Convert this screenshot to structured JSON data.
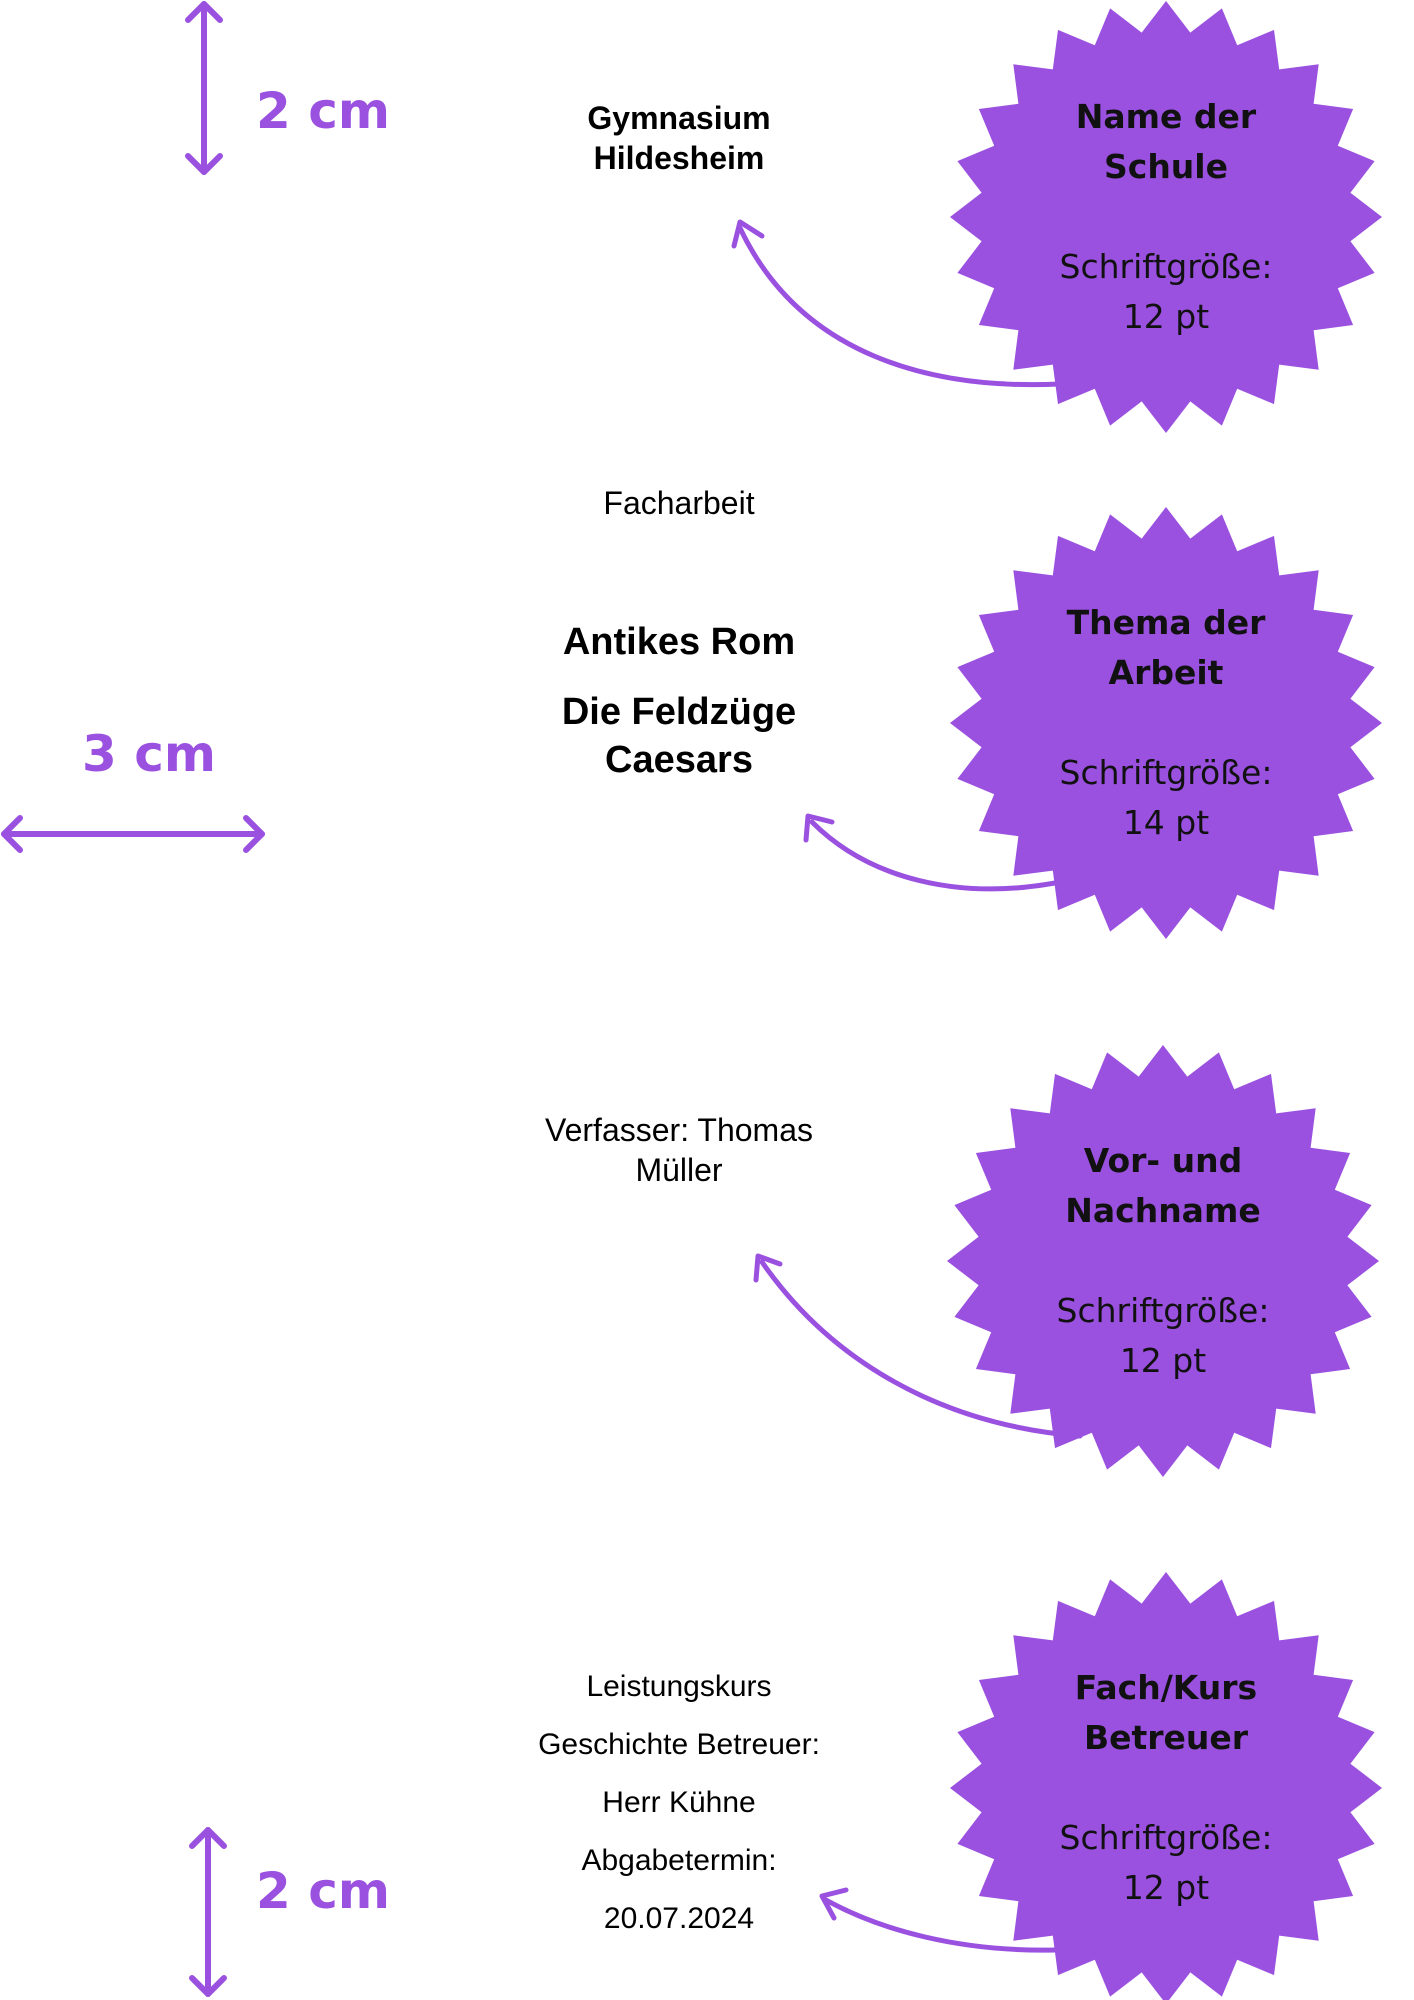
{
  "colors": {
    "accent": "#9b51e0",
    "text": "#000000"
  },
  "measures": {
    "top_margin": "2 cm",
    "left_margin": "3 cm",
    "bottom_margin": "2 cm"
  },
  "document": {
    "school": [
      "Gymnasium",
      "Hildesheim"
    ],
    "type": "Facharbeit",
    "topic_title": "Antikes Rom",
    "topic_subtitle": [
      "Die Feldzüge",
      "Caesars"
    ],
    "author": [
      "Verfasser: Thomas",
      "Müller"
    ],
    "course_lines": [
      "Leistungskurs",
      "Geschichte Betreuer:",
      "Herr Kühne",
      "Abgabetermin:",
      "20.07.2024"
    ]
  },
  "badges": [
    {
      "title": [
        "Name der",
        "Schule"
      ],
      "label": "Schriftgröße:",
      "value": "12 pt"
    },
    {
      "title": [
        "Thema der",
        "Arbeit"
      ],
      "label": "Schriftgröße:",
      "value": "14 pt"
    },
    {
      "title": [
        "Vor- und",
        "Nachname"
      ],
      "label": "Schriftgröße:",
      "value": "12 pt"
    },
    {
      "title": [
        "Fach/Kurs",
        "Betreuer"
      ],
      "label": "Schriftgröße:",
      "value": "12 pt"
    }
  ]
}
